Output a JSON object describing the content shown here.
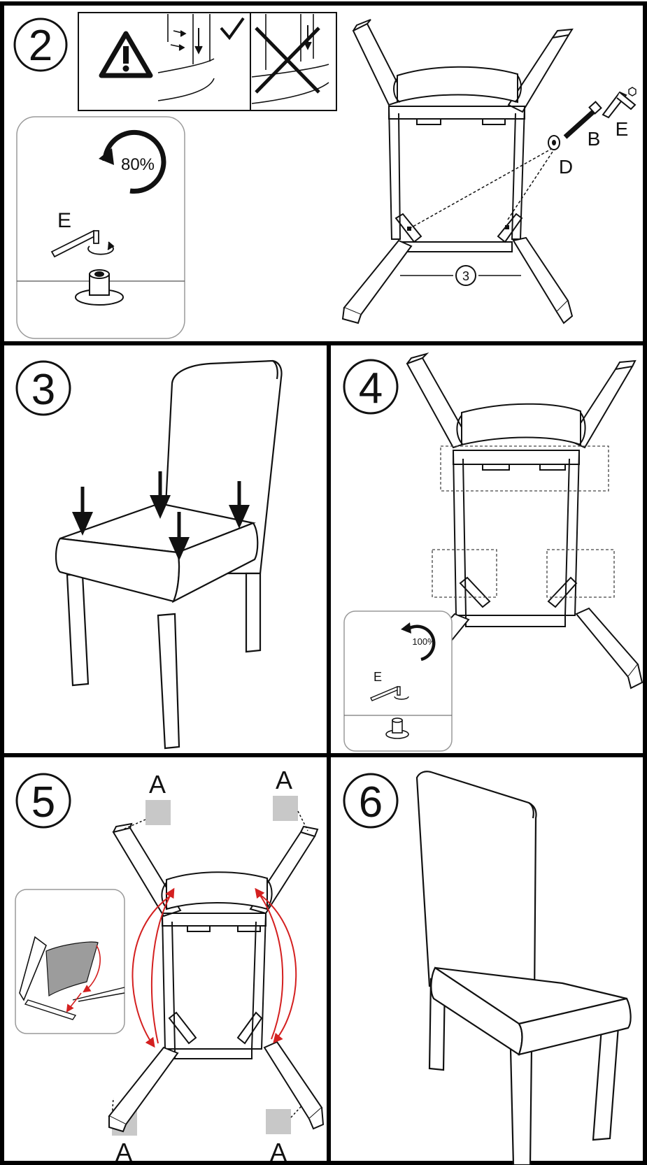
{
  "steps": [
    {
      "number": "2",
      "id": "step-2"
    },
    {
      "number": "3",
      "id": "step-3"
    },
    {
      "number": "4",
      "id": "step-4"
    },
    {
      "number": "5",
      "id": "step-5"
    },
    {
      "number": "6",
      "id": "step-6"
    }
  ],
  "step2": {
    "warning_icon": "warning-triangle-icon",
    "correct_icon": "checkmark-icon",
    "incorrect_icon": "cross-icon",
    "rotation_percent": "80%",
    "tool_label": "E",
    "part_labels": {
      "bolt": "B",
      "washer": "D",
      "hex_key": "E"
    },
    "rail_callout": "3"
  },
  "step3": {
    "press_arrows_count": 4,
    "arrow_icon": "down-arrow-icon"
  },
  "step4": {
    "rotation_percent": "100%",
    "tool_label": "E"
  },
  "step5": {
    "foot_pad_label": "A",
    "foot_pad_labels": [
      "A",
      "A",
      "A",
      "A"
    ]
  },
  "colors": {
    "line": "#111111",
    "frame": "#000000",
    "accent_red": "#d42020",
    "pad_gray": "#c8c8c8",
    "inset_border": "#9a9a9a"
  }
}
